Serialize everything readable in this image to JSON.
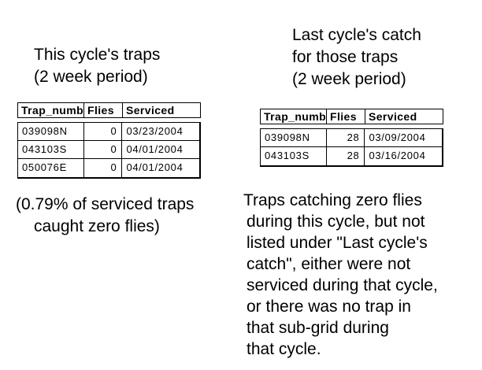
{
  "headings": {
    "left": [
      "This cycle's traps",
      "(2 week period)"
    ],
    "right": [
      "Last cycle's catch",
      "for those traps",
      "(2 week period)"
    ]
  },
  "left_table": {
    "title": "This cycle's traps",
    "columns": [
      "Trap_numb",
      "Flies",
      "Serviced"
    ],
    "rows": [
      {
        "trap": "039098N",
        "flies": "0",
        "serviced": "03/23/2004"
      },
      {
        "trap": "043103S",
        "flies": "0",
        "serviced": "04/01/2004"
      },
      {
        "trap": "050076E",
        "flies": "0",
        "serviced": "04/01/2004"
      }
    ]
  },
  "right_table": {
    "title": "Last cycle's catch for those traps",
    "columns": [
      "Trap_numb",
      "Flies",
      "Serviced"
    ],
    "rows": [
      {
        "trap": "039098N",
        "flies": "28",
        "serviced": "03/09/2004"
      },
      {
        "trap": "043103S",
        "flies": "28",
        "serviced": "03/16/2004"
      }
    ]
  },
  "notes": {
    "left_lines": [
      "(0.79% of serviced traps",
      "caught zero flies)"
    ],
    "right_lines": [
      "Traps catching zero flies",
      "during this cycle, but not",
      "listed under \"Last cycle's",
      "catch\", either were not",
      "serviced during that cycle,",
      "or there was no trap in",
      "that sub-grid during",
      "that cycle."
    ]
  },
  "colors": {
    "background": "#ffffff",
    "text": "#000000",
    "table_border": "#000000"
  }
}
